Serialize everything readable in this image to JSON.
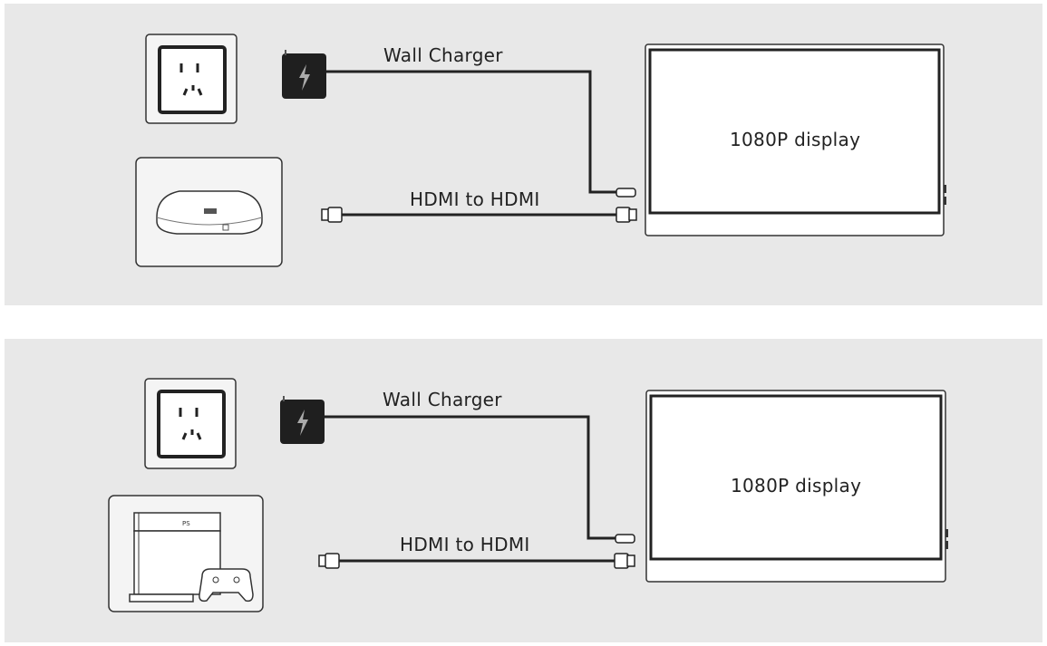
{
  "diagrams": [
    {
      "id": "tv-box-setup",
      "charger_label": "Wall Charger",
      "cable_label": "HDMI to HDMI",
      "display_label": "1080P display",
      "source_device_icon": "tv-box-icon"
    },
    {
      "id": "game-console-setup",
      "charger_label": "Wall Charger",
      "cable_label": "HDMI to HDMI",
      "display_label": "1080P display",
      "source_device_icon": "game-console-icon"
    }
  ],
  "colors": {
    "panel_bg": "#e8e8e8",
    "stroke": "#222222",
    "charger_fill": "#1f1f1f"
  }
}
